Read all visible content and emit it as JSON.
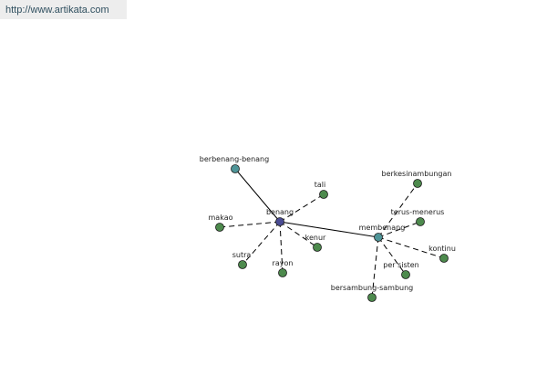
{
  "site_link": "http://www.artikata.com",
  "colors": {
    "root_node": "#4a4c94",
    "hub_node": "#4f9598",
    "leaf_node": "#4d8a4d",
    "edge": "#000000",
    "url_background": "#ededed"
  },
  "graph": {
    "nodes": [
      {
        "id": "benang",
        "label": "benang",
        "kind": "root"
      },
      {
        "id": "membenang",
        "label": "membenang",
        "kind": "hub"
      },
      {
        "id": "berbenang-benang",
        "label": "berbenang-benang",
        "kind": "hub"
      },
      {
        "id": "tali",
        "label": "tali",
        "kind": "leaf"
      },
      {
        "id": "makao",
        "label": "makao",
        "kind": "leaf"
      },
      {
        "id": "kenur",
        "label": "kenur",
        "kind": "leaf"
      },
      {
        "id": "sutra",
        "label": "sutra",
        "kind": "leaf"
      },
      {
        "id": "rayon",
        "label": "rayon",
        "kind": "leaf"
      },
      {
        "id": "berkesinambungan",
        "label": "berkesinambungan",
        "kind": "leaf"
      },
      {
        "id": "terus-menerus",
        "label": "terus-menerus",
        "kind": "leaf"
      },
      {
        "id": "kontinu",
        "label": "kontinu",
        "kind": "leaf"
      },
      {
        "id": "persisten",
        "label": "per sisten",
        "kind": "leaf"
      },
      {
        "id": "bersambung-sambung",
        "label": "bersambung-sambung",
        "kind": "leaf"
      }
    ],
    "edges": [
      {
        "from": "benang",
        "to": "berbenang-benang",
        "style": "solid"
      },
      {
        "from": "benang",
        "to": "membenang",
        "style": "solid"
      },
      {
        "from": "benang",
        "to": "tali",
        "style": "dashed"
      },
      {
        "from": "benang",
        "to": "makao",
        "style": "dashed"
      },
      {
        "from": "benang",
        "to": "kenur",
        "style": "dashed"
      },
      {
        "from": "benang",
        "to": "sutra",
        "style": "dashed"
      },
      {
        "from": "benang",
        "to": "rayon",
        "style": "dashed"
      },
      {
        "from": "membenang",
        "to": "berkesinambungan",
        "style": "dashed"
      },
      {
        "from": "membenang",
        "to": "terus-menerus",
        "style": "dashed"
      },
      {
        "from": "membenang",
        "to": "kontinu",
        "style": "dashed"
      },
      {
        "from": "membenang",
        "to": "persisten",
        "style": "dashed"
      },
      {
        "from": "membenang",
        "to": "bersambung-sambung",
        "style": "dashed"
      }
    ]
  }
}
